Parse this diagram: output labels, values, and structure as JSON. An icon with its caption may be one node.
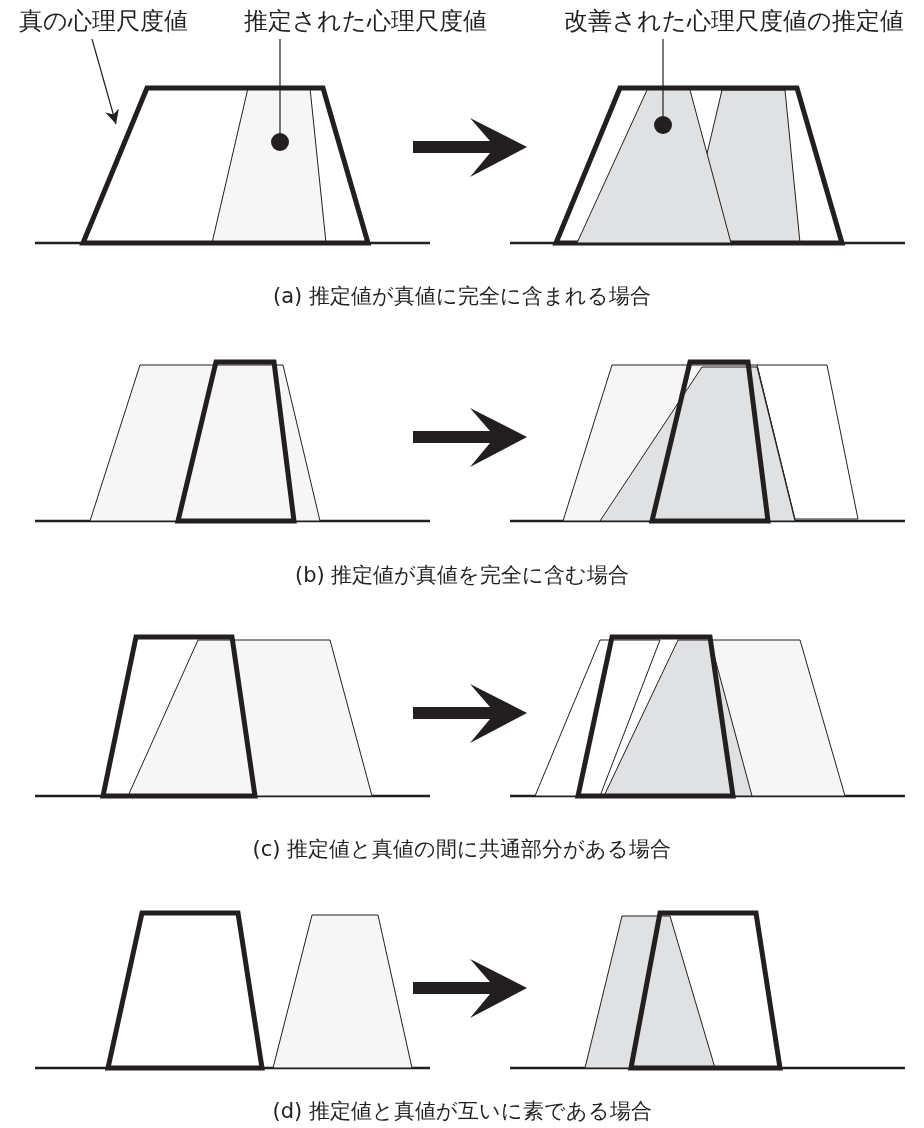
{
  "diagram": {
    "nodes": [
      {
        "text": [
          "真の心理尺度値"
        ]
      },
      {
        "text": [
          "推定された心理尺度値"
        ]
      },
      {
        "text": [
          "改善された心理尺度値の推定値"
        ]
      },
      {
        "text": [],
        "shape": "trapezoid"
      },
      {
        "text": [],
        "shape": "trapezoid",
        "in": 3
      },
      {
        "text": [],
        "shape": "trapezoid"
      }
    ],
    "edges": [
      {
        "from": 0,
        "to": 3,
        "arrow": "to"
      },
      {
        "from": 1,
        "to": 4,
        "arrow": "other"
      },
      {
        "from": 2,
        "to": 5,
        "arrow": "other"
      }
    ],
    "labels": [
      "(a) 推定値が真値に完全に含まれる場合",
      "(b) 推定値が真値を完全に含む場合",
      "(c) 推定値と真値の間に共通部分がある場合",
      "(d) 推定値と真値が互いに素である場合"
    ]
  }
}
